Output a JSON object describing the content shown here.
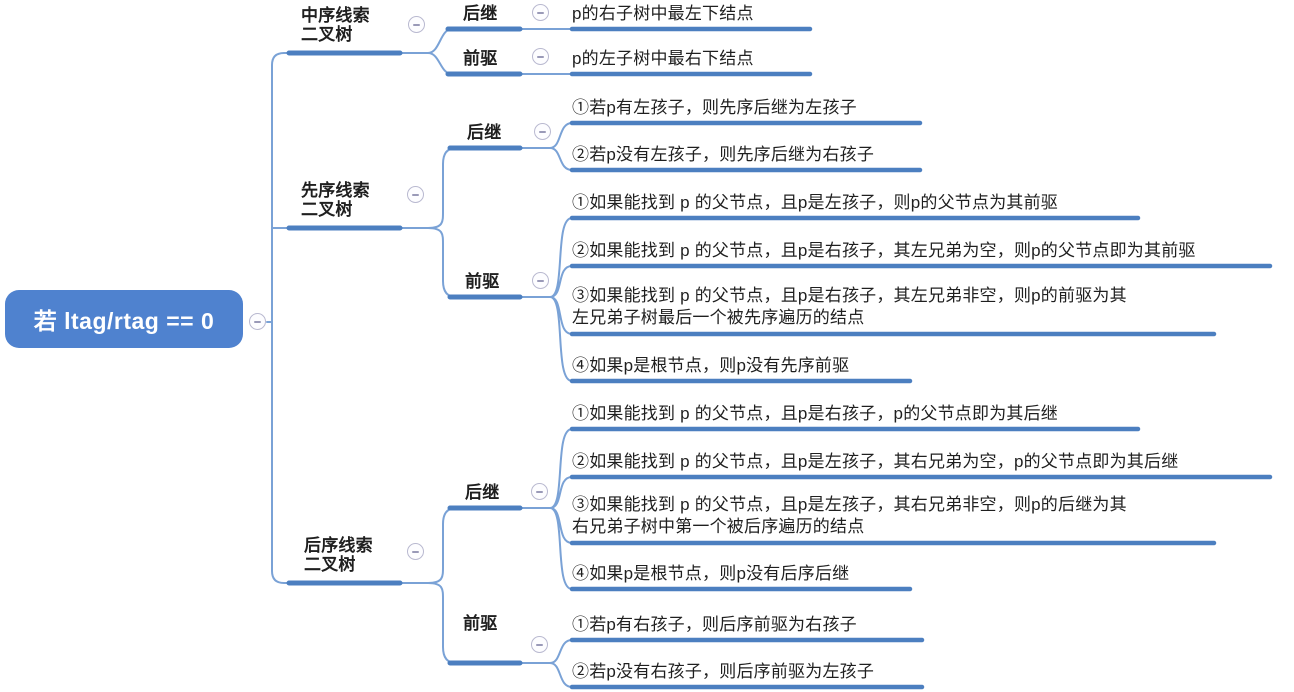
{
  "root": {
    "label": "若 ltag/rtag == 0"
  },
  "branches": [
    {
      "label": "中序线索\n二叉树",
      "groups": [
        {
          "label": "后继",
          "leaves": [
            {
              "text": "p的右子树中最左下结点"
            }
          ]
        },
        {
          "label": "前驱",
          "leaves": [
            {
              "text": "p的左子树中最右下结点"
            }
          ]
        }
      ]
    },
    {
      "label": "先序线索\n二叉树",
      "groups": [
        {
          "label": "后继",
          "leaves": [
            {
              "text": "①若p有左孩子，则先序后继为左孩子"
            },
            {
              "text": "②若p没有左孩子，则先序后继为右孩子"
            }
          ]
        },
        {
          "label": "前驱",
          "leaves": [
            {
              "text": "①如果能找到 p 的父节点，且p是左孩子，则p的父节点为其前驱"
            },
            {
              "text": "②如果能找到 p 的父节点，且p是右孩子，其左兄弟为空，则p的父节点即为其前驱"
            },
            {
              "text": "③如果能找到 p 的父节点，且p是右孩子，其左兄弟非空，则p的前驱为其\n左兄弟子树最后一个被先序遍历的结点"
            },
            {
              "text": "④如果p是根节点，则p没有先序前驱"
            }
          ]
        }
      ]
    },
    {
      "label": "后序线索\n二叉树",
      "groups": [
        {
          "label": "后继",
          "leaves": [
            {
              "text": "①如果能找到 p 的父节点，且p是右孩子，p的父节点即为其后继"
            },
            {
              "text": "②如果能找到 p 的父节点，且p是左孩子，其右兄弟为空，p的父节点即为其后继"
            },
            {
              "text": "③如果能找到 p 的父节点，且p是左孩子，其右兄弟非空，则p的后继为其\n右兄弟子树中第一个被后序遍历的结点"
            },
            {
              "text": "④如果p是根节点，则p没有后序后继"
            }
          ]
        },
        {
          "label": "前驱",
          "leaves": [
            {
              "text": "①若p有右孩子，则后序前驱为右孩子"
            },
            {
              "text": "②若p没有右孩子，则后序前驱为左孩子"
            }
          ]
        }
      ]
    }
  ],
  "colors": {
    "root_fill": "#4f82cf",
    "branch_line_thick": "#4c7fc0",
    "branch_line_thin": "#7aa2d6",
    "text": "#1f1f1f",
    "collapse_ring": "#b9b9d0"
  }
}
